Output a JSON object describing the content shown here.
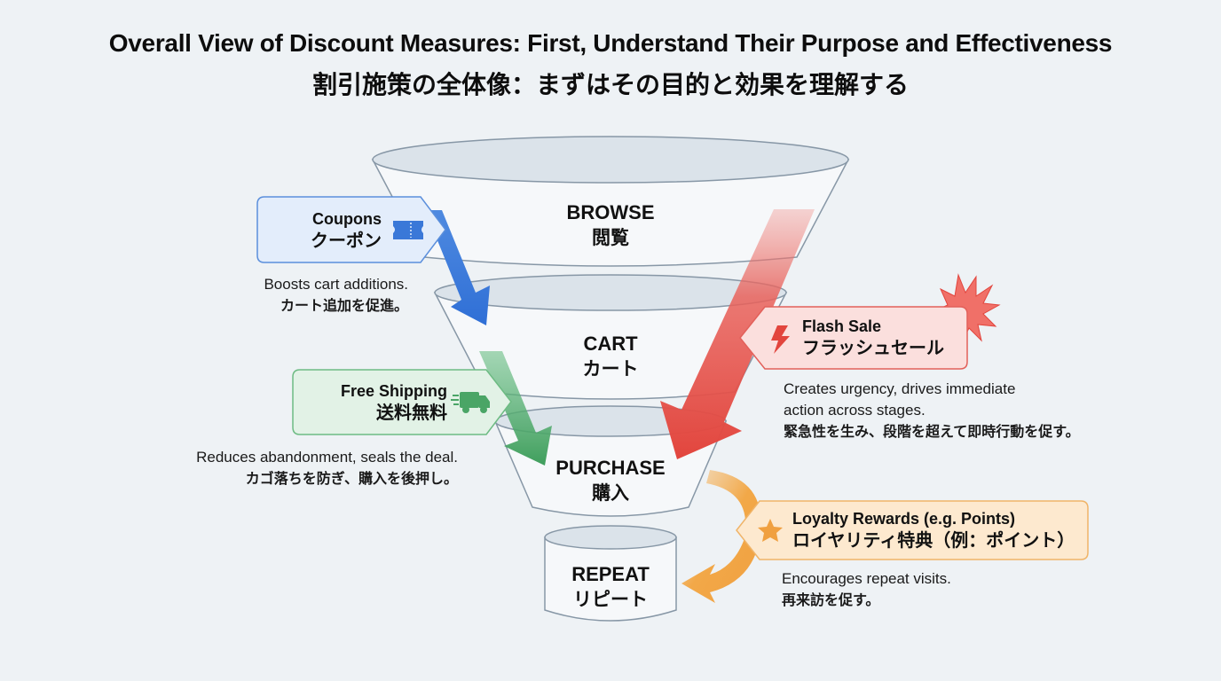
{
  "title": {
    "english": "Overall View of Discount Measures: First, Understand Their Purpose and Effectiveness",
    "japanese": "割引施策の全体像：まずはその目的と効果を理解する"
  },
  "funnel": {
    "stages": [
      {
        "id": "browse",
        "english": "BROWSE",
        "japanese": "閲覧"
      },
      {
        "id": "cart",
        "english": "CART",
        "japanese": "カート"
      },
      {
        "id": "purchase",
        "english": "PURCHASE",
        "japanese": "購入"
      },
      {
        "id": "repeat",
        "english": "REPEAT",
        "japanese": "リピート"
      }
    ]
  },
  "measures": {
    "coupons": {
      "english": "Coupons",
      "japanese": "クーポン",
      "icon": "ticket-icon",
      "color": "#3a78d8",
      "desc_en": "Boosts cart additions.",
      "desc_jp": "カート追加を促進。",
      "target": "CART"
    },
    "free_shipping": {
      "english": "Free Shipping",
      "japanese": "送料無料",
      "icon": "truck-icon",
      "color": "#4aa566",
      "desc_en": "Reduces abandonment, seals the deal.",
      "desc_jp": "カゴ落ちを防ぎ、購入を後押し。",
      "target": "PURCHASE"
    },
    "flash_sale": {
      "english": "Flash Sale",
      "japanese": "フラッシュセール",
      "icon": "lightning-icon",
      "color": "#e2473f",
      "desc_en_1": "Creates urgency, drives immediate",
      "desc_en_2": "action across stages.",
      "desc_jp": "緊急性を生み、段階を超えて即時行動を促す。",
      "target": "PURCHASE"
    },
    "loyalty": {
      "english": "Loyalty Rewards (e.g. Points)",
      "japanese": "ロイヤリティ特典（例：ポイント）",
      "icon": "star-icon",
      "color": "#f0a040",
      "desc_en": "Encourages repeat visits.",
      "desc_jp": "再来訪を促す。",
      "target": "REPEAT"
    }
  }
}
